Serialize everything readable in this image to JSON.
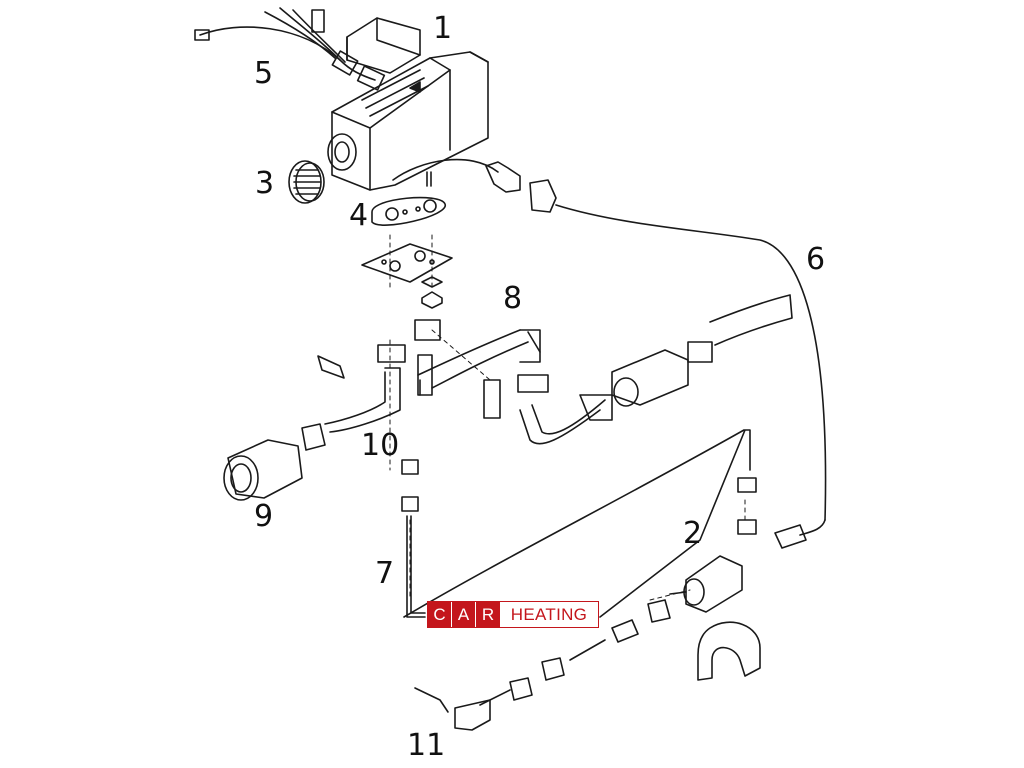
{
  "diagram": {
    "part_labels": [
      "1",
      "2",
      "3",
      "4",
      "5",
      "6",
      "7",
      "8",
      "9",
      "10",
      "11"
    ]
  },
  "logo": {
    "letters": [
      "C",
      "A",
      "R"
    ],
    "word": "HEATING",
    "color": "#c4161c"
  }
}
